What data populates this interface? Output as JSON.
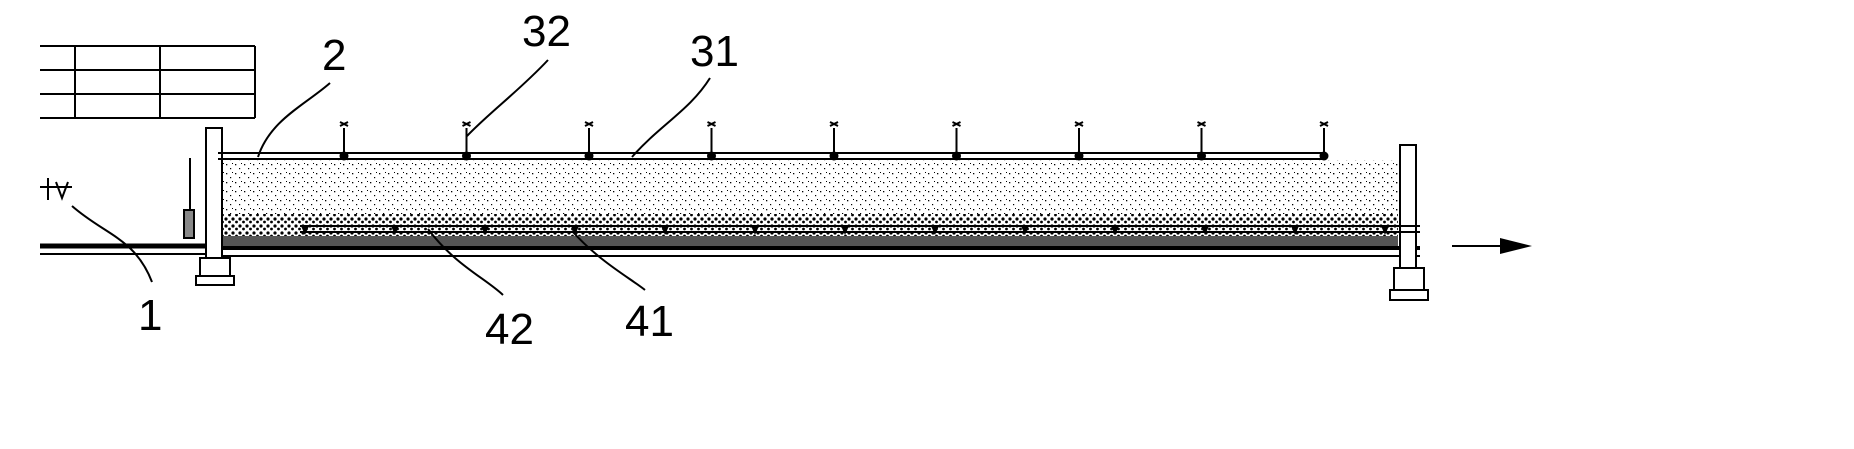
{
  "reference_labels": {
    "label_1": "1",
    "label_2": "2",
    "label_31": "31",
    "label_32": "32",
    "label_41": "41",
    "label_42": "42"
  },
  "colors": {
    "line": "#000000",
    "background": "#ffffff",
    "fill_medium": "#8a8a8a"
  },
  "icons": {
    "flow_arrow": "arrow-right-icon",
    "water_level": "water-level-symbol-icon"
  }
}
